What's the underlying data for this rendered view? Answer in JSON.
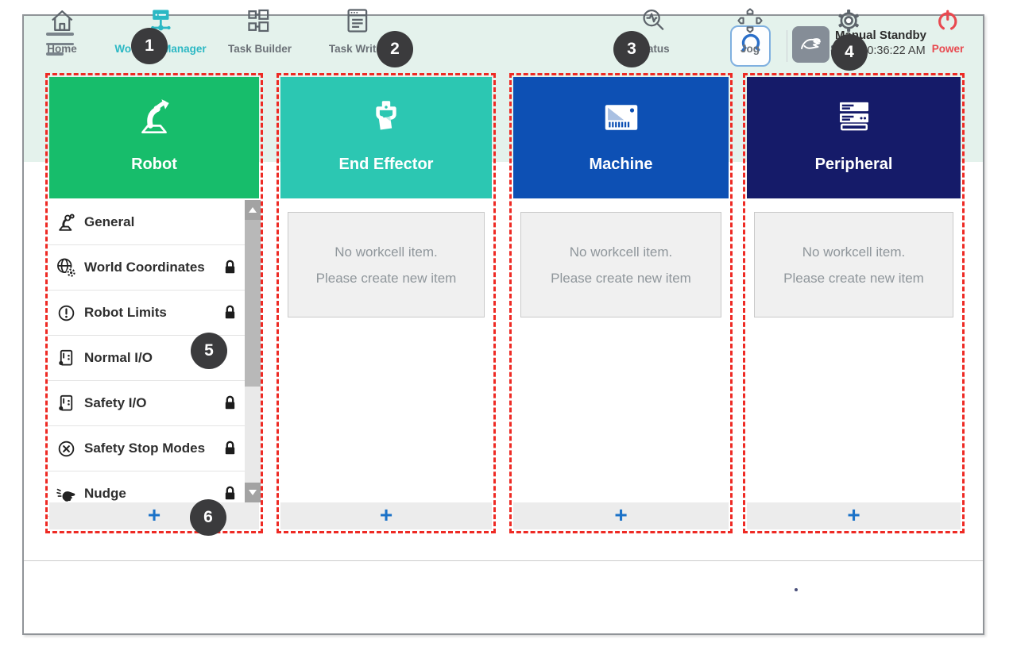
{
  "header": {
    "status_title": "Manual Standby",
    "status_time": "2.22 10:36:22 AM"
  },
  "workcell_categories": {
    "robot": {
      "label": "Robot",
      "color": "#17bd6b"
    },
    "end_effector": {
      "label": "End Effector",
      "color": "#2cc7b2"
    },
    "machine": {
      "label": "Machine",
      "color": "#0d50b4"
    },
    "peripheral": {
      "label": "Peripheral",
      "color": "#151b69"
    }
  },
  "robot_list": [
    {
      "label": "General",
      "locked": false,
      "icon": "robot-arm-icon"
    },
    {
      "label": "World Coordinates",
      "locked": true,
      "icon": "world-globe-icon"
    },
    {
      "label": "Robot Limits",
      "locked": true,
      "icon": "alert-circle-icon"
    },
    {
      "label": "Normal I/O",
      "locked": false,
      "icon": "io-port-icon"
    },
    {
      "label": "Safety I/O",
      "locked": true,
      "icon": "io-port-icon"
    },
    {
      "label": "Safety Stop Modes",
      "locked": true,
      "icon": "stop-circle-icon"
    },
    {
      "label": "Nudge",
      "locked": true,
      "icon": "nudge-hand-icon"
    }
  ],
  "empty_panel": {
    "line1": "No workcell item.",
    "line2": "Please create new item"
  },
  "add_button_label": "+",
  "nav": {
    "home": "Home",
    "workcell_manager": "Workcell Manager",
    "task_builder": "Task Builder",
    "task_writer": "Task Writer",
    "status": "Status",
    "jog": "Jog",
    "setting": "Setting",
    "power": "Power"
  },
  "callouts": [
    "1",
    "2",
    "3",
    "4",
    "5",
    "6"
  ],
  "colors": {
    "top_band": "#e4f2ec",
    "highlight_dashed_border": "#ee2a24",
    "callout_badge": "#3b3b3d",
    "active_nav_teal": "#2bb8c4",
    "power_red": "#e8494f",
    "add_plus_blue": "#1b72c8",
    "robot_green": "#17bd6b",
    "end_effector_teal": "#2cc7b2",
    "machine_blue": "#0d50b4",
    "peripheral_navy": "#151b69"
  }
}
